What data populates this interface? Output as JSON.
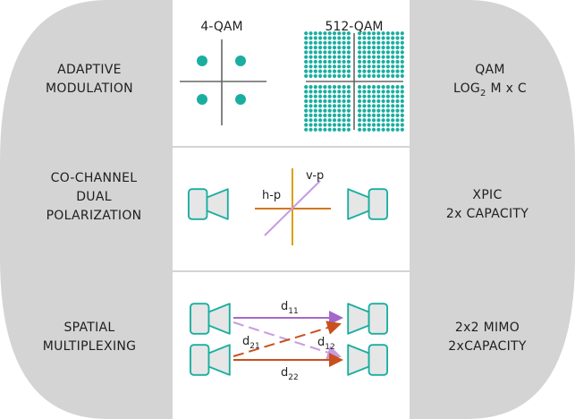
{
  "rows": [
    {
      "left_label": [
        "ADAPTIVE",
        "MODULATION"
      ],
      "right_label": [
        "QAM",
        "LOG2 M x C"
      ],
      "right_parts": {
        "pre": "LOG",
        "sub": "2",
        "post": " M x C"
      },
      "diagram": {
        "small_title": "4-QAM",
        "large_title": "512-QAM"
      }
    },
    {
      "left_label": [
        "CO-CHANNEL",
        "DUAL",
        "POLARIZATION"
      ],
      "right_label": [
        "XPIC",
        "2x CAPACITY"
      ],
      "diagram": {
        "h_label": "h-p",
        "v_label": "v-p"
      }
    },
    {
      "left_label": [
        "SPATIAL",
        "MULTIPLEXING"
      ],
      "right_label": [
        "2x2 MIMO",
        "2xCAPACITY"
      ],
      "diagram": {
        "paths": [
          {
            "base": "d",
            "sub": "11"
          },
          {
            "base": "d",
            "sub": "21"
          },
          {
            "base": "d",
            "sub": "12"
          },
          {
            "base": "d",
            "sub": "22"
          }
        ]
      }
    }
  ],
  "colors": {
    "panel": "#d4d4d4",
    "teal": "#1aaea0",
    "teal_fill": "#e6e6e6",
    "axis": "#666666",
    "orange": "#d4751e",
    "purple": "#a468c8",
    "gold": "#d9a21a",
    "lilac": "#c79be0",
    "rust": "#c8501e"
  },
  "icons": [
    "antenna-icon"
  ]
}
